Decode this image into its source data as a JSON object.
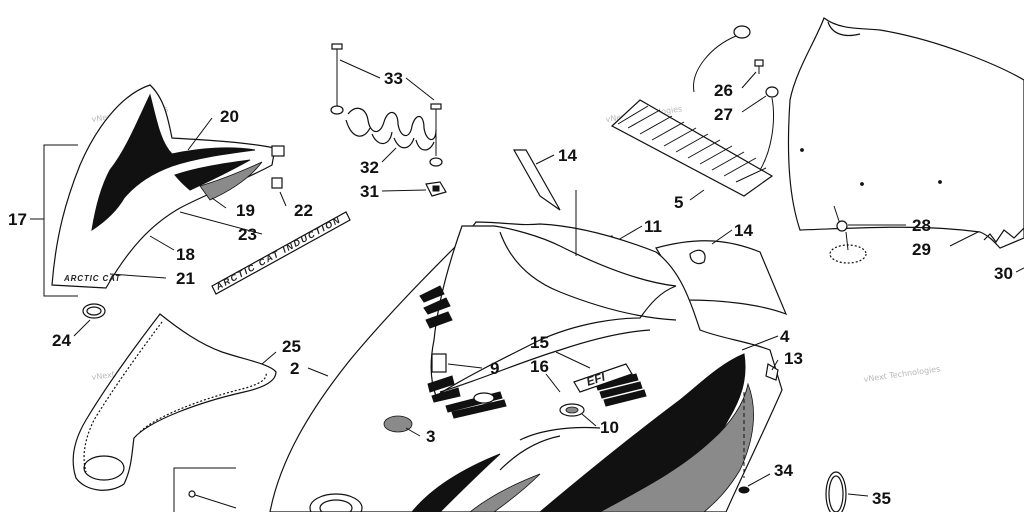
{
  "diagram": {
    "watermark_text": "vNext Technologies",
    "callouts": [
      {
        "id": "c2",
        "text": "2"
      },
      {
        "id": "c3",
        "text": "3"
      },
      {
        "id": "c4",
        "text": "4"
      },
      {
        "id": "c5",
        "text": "5"
      },
      {
        "id": "c9",
        "text": "9"
      },
      {
        "id": "c10",
        "text": "10"
      },
      {
        "id": "c11",
        "text": "11"
      },
      {
        "id": "c13",
        "text": "13"
      },
      {
        "id": "c14a",
        "text": "14"
      },
      {
        "id": "c14b",
        "text": "14"
      },
      {
        "id": "c15",
        "text": "15"
      },
      {
        "id": "c16",
        "text": "16"
      },
      {
        "id": "c17",
        "text": "17"
      },
      {
        "id": "c18",
        "text": "18"
      },
      {
        "id": "c19",
        "text": "19"
      },
      {
        "id": "c20",
        "text": "20"
      },
      {
        "id": "c21",
        "text": "21"
      },
      {
        "id": "c22",
        "text": "22"
      },
      {
        "id": "c23",
        "text": "23"
      },
      {
        "id": "c24",
        "text": "24"
      },
      {
        "id": "c25",
        "text": "25"
      },
      {
        "id": "c26",
        "text": "26"
      },
      {
        "id": "c27",
        "text": "27"
      },
      {
        "id": "c28",
        "text": "28"
      },
      {
        "id": "c29",
        "text": "29"
      },
      {
        "id": "c30",
        "text": "30"
      },
      {
        "id": "c31",
        "text": "31"
      },
      {
        "id": "c32",
        "text": "32"
      },
      {
        "id": "c33",
        "text": "33"
      },
      {
        "id": "c34",
        "text": "34"
      },
      {
        "id": "c35",
        "text": "35"
      }
    ],
    "decals": {
      "arctic_cat_small": "ARCTIC CAT",
      "arctic_cat_induction": "ARCTIC CAT INDUCTION",
      "efi": "EFI"
    }
  }
}
